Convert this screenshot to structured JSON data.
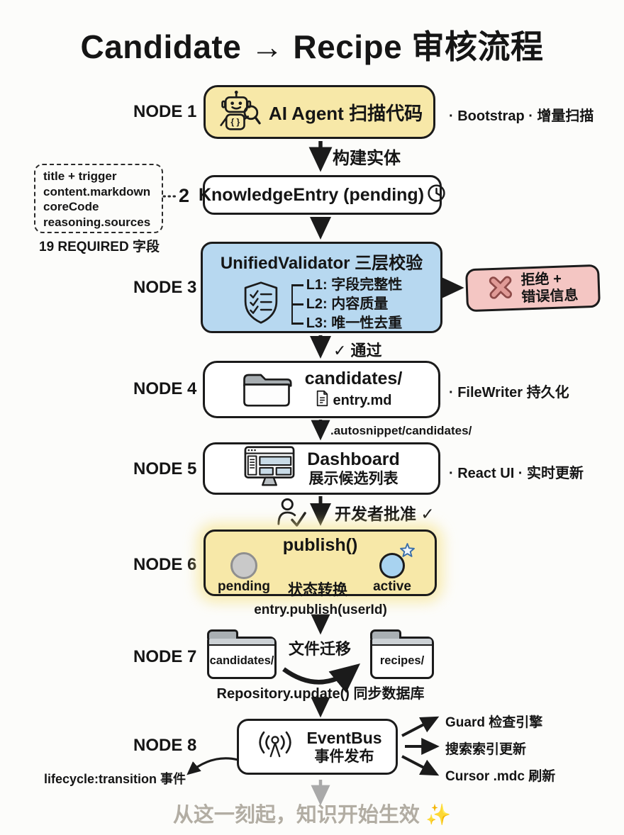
{
  "title": "Candidate → Recipe 审核流程",
  "node1": {
    "label": "NODE 1",
    "text": "AI Agent 扫描代码",
    "side": "· Bootstrap · 增量扫描",
    "arrow_label": "构建实体"
  },
  "node2": {
    "label": "2",
    "text": "KnowledgeEntry (pending)",
    "fields": [
      "title + trigger",
      "content.markdown",
      "coreCode",
      "reasoning.sources"
    ],
    "fields_note": "19 REQUIRED 字段"
  },
  "node3": {
    "label": "NODE 3",
    "title": "UnifiedValidator 三层校验",
    "layers": [
      "L1: 字段完整性",
      "L2: 内容质量",
      "L3: 唯一性去重"
    ],
    "reject": {
      "line1": "拒绝 +",
      "line2": "错误信息"
    },
    "pass_label": "✓ 通过"
  },
  "node4": {
    "label": "NODE 4",
    "folder": "candidates/",
    "file": "entry.md",
    "side": "· FileWriter 持久化",
    "arrow_label": ".autosnippet/candidates/"
  },
  "node5": {
    "label": "NODE 5",
    "line1": "Dashboard",
    "line2": "展示候选列表",
    "side": "· React UI · 实时更新",
    "arrow_label": "开发者批准 ✓"
  },
  "node6": {
    "label": "NODE 6",
    "title": "publish()",
    "from_state": "pending",
    "transition": "状态转换",
    "to_state": "active",
    "below": "entry.publish(userId)"
  },
  "node7": {
    "label": "NODE 7",
    "from_folder": "candidates/",
    "migration": "文件迁移",
    "to_folder": "recipes/",
    "below": "Repository.update() 同步数据库"
  },
  "node8": {
    "label": "NODE 8",
    "line1": "EventBus",
    "line2": "事件发布",
    "outputs": [
      "Guard 检查引擎",
      "搜索索引更新",
      "Cursor .mdc 刷新"
    ],
    "event_label": "lifecycle:transition 事件"
  },
  "footer": {
    "text": "从这一刻起，知识开始生效 ",
    "sparkle": "✨"
  },
  "colors": {
    "node_yellow": "#f7e8a8",
    "node_blue": "#b7d8f0",
    "reject_pink": "#f4c6c3",
    "pending_gray": "#c9c9c9",
    "active_blue": "#a8d3f0",
    "glow_yellow": "#f5e28d",
    "footer_gray": "#b2ada3"
  }
}
